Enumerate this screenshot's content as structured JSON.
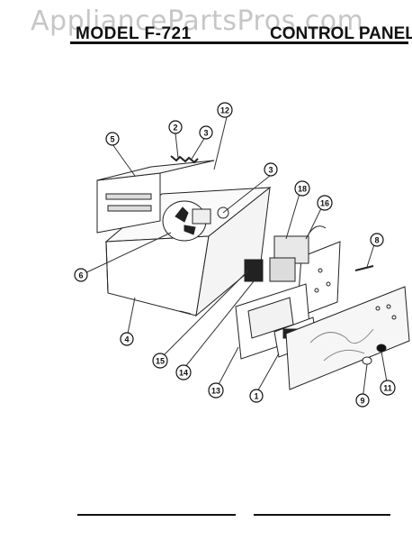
{
  "watermark": "AppliancePartsPros.com",
  "header": {
    "model": "MODEL F-721",
    "section": "CONTROL PANEL"
  },
  "callouts": [
    "1",
    "2",
    "3",
    "3",
    "4",
    "5",
    "6",
    "8",
    "9",
    "11",
    "12",
    "13",
    "14",
    "15",
    "16",
    "18"
  ]
}
